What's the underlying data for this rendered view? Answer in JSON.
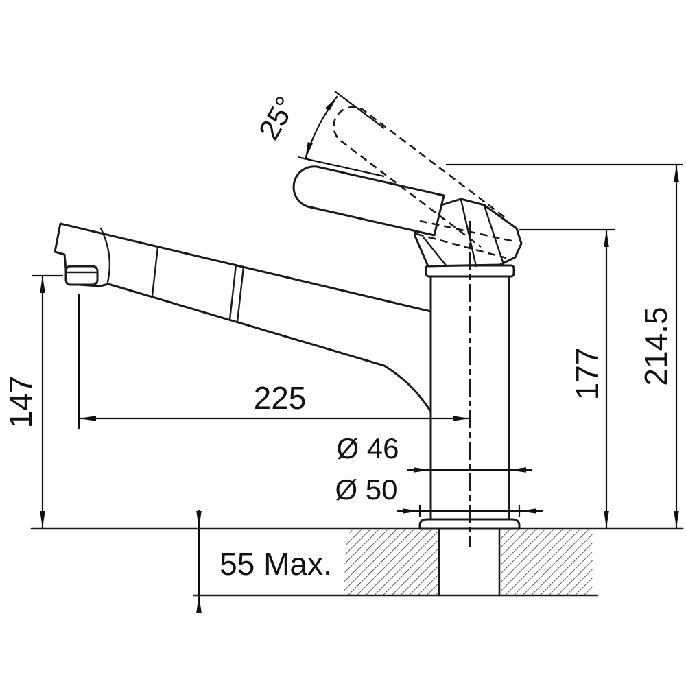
{
  "diagram": {
    "background": "#ffffff",
    "line_color": "#1a1a1a",
    "labels": {
      "handle_angle": "25°",
      "outlet_height": "147",
      "spout_reach": "225",
      "body_diameter": "Ø 46",
      "base_diameter": "Ø 50",
      "spout_joint_height": "177",
      "total_height": "214.5",
      "max_mounting_thickness": "55 Max."
    }
  }
}
